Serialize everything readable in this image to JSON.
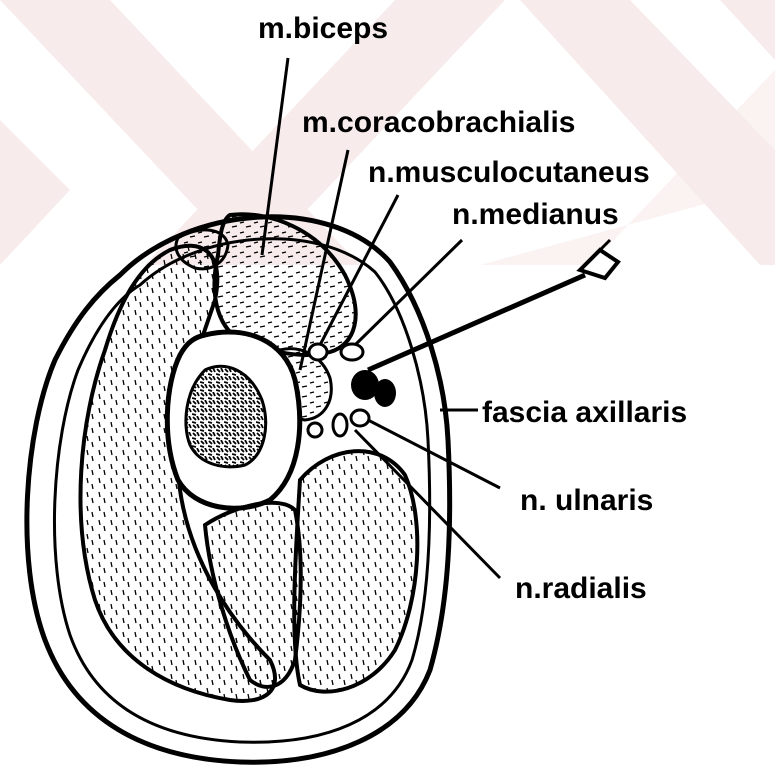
{
  "colors": {
    "watermark": "#f2dcdc",
    "ink": "#000000",
    "background": "#ffffff"
  },
  "labels": {
    "biceps": "m.biceps",
    "coracobrachialis": "m.coracobrachialis",
    "musculocutaneus": "n.musculocutaneus",
    "medianus": "n.medianus",
    "fascia": "fascia axillaris",
    "ulnaris": "n. ulnaris",
    "radialis": "n.radialis"
  }
}
